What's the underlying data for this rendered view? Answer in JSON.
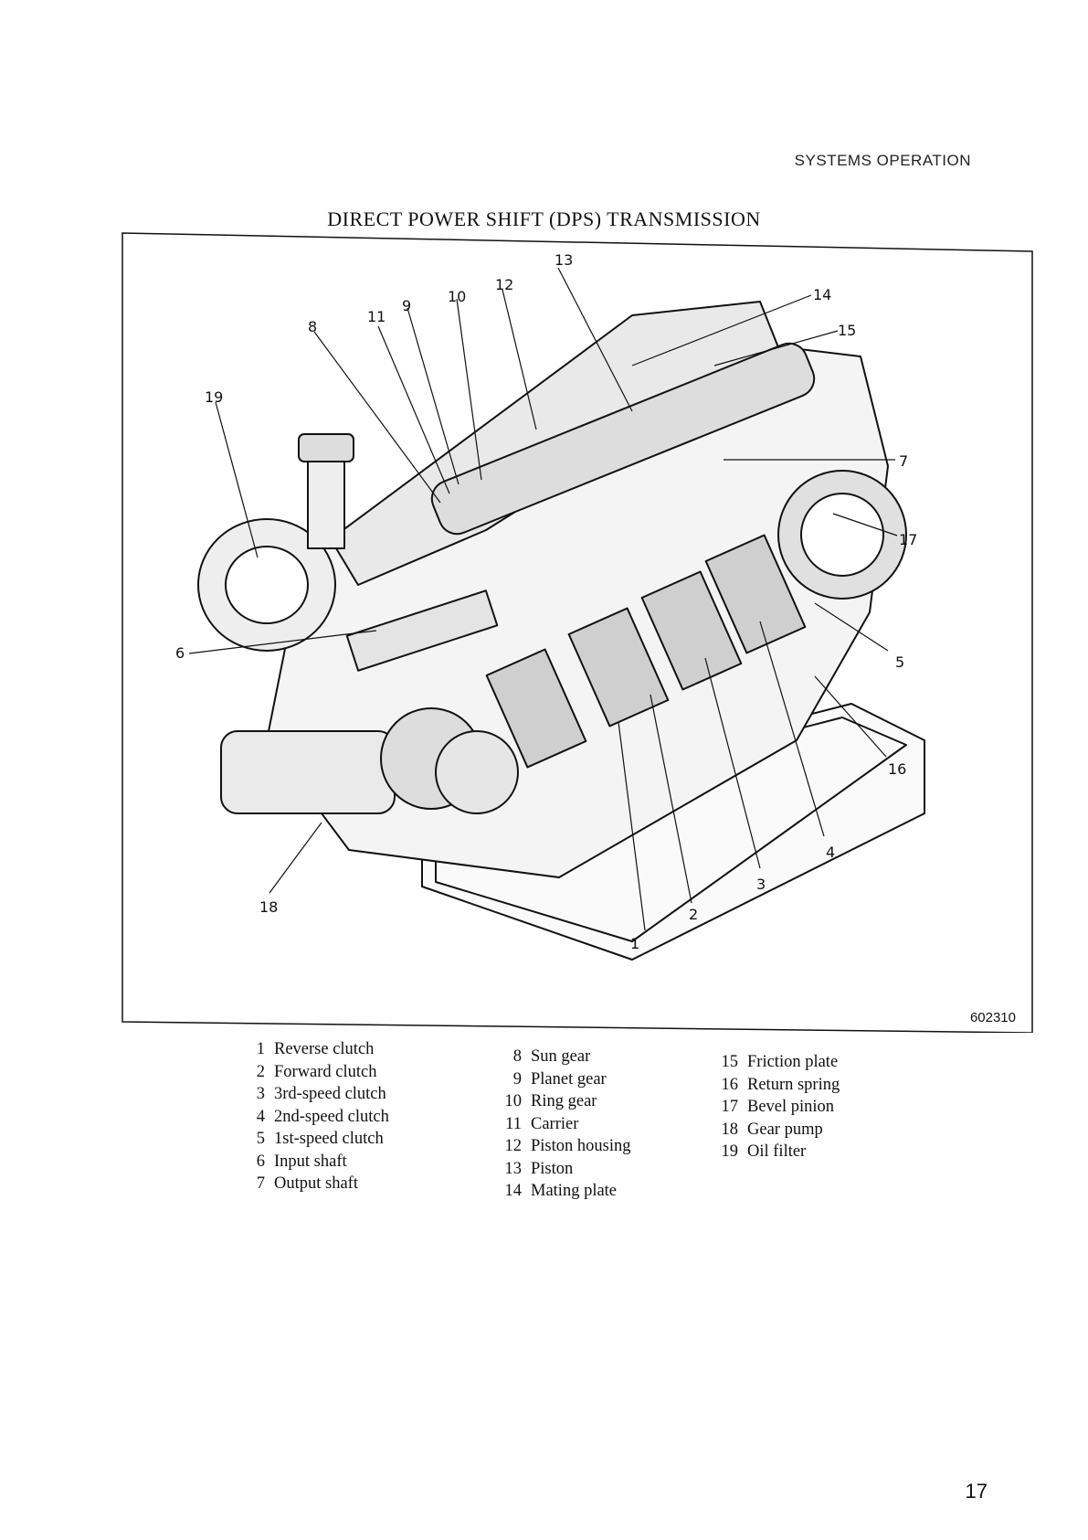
{
  "header": {
    "section": "SYSTEMS OPERATION"
  },
  "title": "DIRECT POWER SHIFT (DPS) TRANSMISSION",
  "figure": {
    "figure_id": "602310",
    "callouts": [
      "1",
      "2",
      "3",
      "4",
      "5",
      "6",
      "7",
      "8",
      "9",
      "10",
      "11",
      "12",
      "13",
      "14",
      "15",
      "16",
      "17",
      "18",
      "19"
    ]
  },
  "legend": {
    "col1": [
      {
        "num": "1",
        "label": "Reverse clutch"
      },
      {
        "num": "2",
        "label": "Forward clutch"
      },
      {
        "num": "3",
        "label": "3rd-speed clutch"
      },
      {
        "num": "4",
        "label": "2nd-speed clutch"
      },
      {
        "num": "5",
        "label": "1st-speed clutch"
      },
      {
        "num": "6",
        "label": "Input shaft"
      },
      {
        "num": "7",
        "label": "Output shaft"
      }
    ],
    "col2": [
      {
        "num": "8",
        "label": "Sun gear"
      },
      {
        "num": "9",
        "label": "Planet gear"
      },
      {
        "num": "10",
        "label": "Ring gear"
      },
      {
        "num": "11",
        "label": "Carrier"
      },
      {
        "num": "12",
        "label": "Piston housing"
      },
      {
        "num": "13",
        "label": "Piston"
      },
      {
        "num": "14",
        "label": "Mating plate"
      }
    ],
    "col3": [
      {
        "num": "15",
        "label": "Friction plate"
      },
      {
        "num": "16",
        "label": "Return spring"
      },
      {
        "num": "17",
        "label": "Bevel pinion"
      },
      {
        "num": "18",
        "label": "Gear pump"
      },
      {
        "num": "19",
        "label": "Oil filter"
      }
    ]
  },
  "page_number": "17"
}
